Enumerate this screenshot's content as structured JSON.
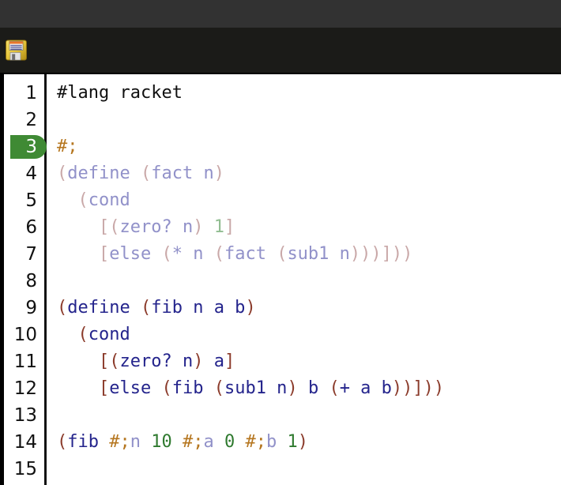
{
  "window": {
    "titlebar_color": "#323232",
    "toolbar_color": "#1b1b18"
  },
  "toolbar": {
    "save_icon_name": "floppy-disk-save-icon",
    "save_icon_label": "Save"
  },
  "editor": {
    "language": "racket",
    "current_line": 3,
    "background": "#ffffff",
    "gutter_separator_color": "#111111",
    "current_line_badge_color": "#3f8a34",
    "colors": {
      "paren": "#8b3b2b",
      "identifier": "#24248c",
      "number": "#2f7a2f",
      "hash_semi": "#b5761f",
      "paren_faded": "#c9a8a8",
      "identifier_faded": "#9191c9",
      "number_faded": "#91bd91",
      "plain": "#101010"
    },
    "line_numbers": [
      "1",
      "2",
      "3",
      "4",
      "5",
      "6",
      "7",
      "8",
      "9",
      "10",
      "11",
      "12",
      "13",
      "14",
      "15"
    ],
    "lines": [
      {
        "n": "1",
        "tokens": [
          {
            "t": "#lang racket",
            "c": "plain"
          }
        ]
      },
      {
        "n": "2",
        "tokens": []
      },
      {
        "n": "3",
        "tokens": [
          {
            "t": "#;",
            "c": "hash"
          }
        ]
      },
      {
        "n": "4",
        "tokens": [
          {
            "t": "(",
            "c": "paren-f"
          },
          {
            "t": "define ",
            "c": "ident-f"
          },
          {
            "t": "(",
            "c": "paren-f"
          },
          {
            "t": "fact n",
            "c": "ident-f"
          },
          {
            "t": ")",
            "c": "paren-f"
          }
        ]
      },
      {
        "n": "5",
        "tokens": [
          {
            "t": "  ",
            "c": "plain"
          },
          {
            "t": "(",
            "c": "paren-f"
          },
          {
            "t": "cond",
            "c": "ident-f"
          }
        ]
      },
      {
        "n": "6",
        "tokens": [
          {
            "t": "    ",
            "c": "plain"
          },
          {
            "t": "[(",
            "c": "paren-f"
          },
          {
            "t": "zero? n",
            "c": "ident-f"
          },
          {
            "t": ") ",
            "c": "paren-f"
          },
          {
            "t": "1",
            "c": "num-f"
          },
          {
            "t": "]",
            "c": "paren-f"
          }
        ]
      },
      {
        "n": "7",
        "tokens": [
          {
            "t": "    ",
            "c": "plain"
          },
          {
            "t": "[",
            "c": "paren-f"
          },
          {
            "t": "else ",
            "c": "ident-f"
          },
          {
            "t": "(",
            "c": "paren-f"
          },
          {
            "t": "* n ",
            "c": "ident-f"
          },
          {
            "t": "(",
            "c": "paren-f"
          },
          {
            "t": "fact ",
            "c": "ident-f"
          },
          {
            "t": "(",
            "c": "paren-f"
          },
          {
            "t": "sub1 n",
            "c": "ident-f"
          },
          {
            "t": ")))]))",
            "c": "paren-f"
          }
        ]
      },
      {
        "n": "8",
        "tokens": []
      },
      {
        "n": "9",
        "tokens": [
          {
            "t": "(",
            "c": "paren"
          },
          {
            "t": "define ",
            "c": "ident"
          },
          {
            "t": "(",
            "c": "paren"
          },
          {
            "t": "fib n a b",
            "c": "ident"
          },
          {
            "t": ")",
            "c": "paren"
          }
        ]
      },
      {
        "n": "10",
        "tokens": [
          {
            "t": "  ",
            "c": "plain"
          },
          {
            "t": "(",
            "c": "paren"
          },
          {
            "t": "cond",
            "c": "ident"
          }
        ]
      },
      {
        "n": "11",
        "tokens": [
          {
            "t": "    ",
            "c": "plain"
          },
          {
            "t": "[(",
            "c": "paren"
          },
          {
            "t": "zero? n",
            "c": "ident"
          },
          {
            "t": ") ",
            "c": "paren"
          },
          {
            "t": "a",
            "c": "ident"
          },
          {
            "t": "]",
            "c": "paren"
          }
        ]
      },
      {
        "n": "12",
        "tokens": [
          {
            "t": "    ",
            "c": "plain"
          },
          {
            "t": "[",
            "c": "paren"
          },
          {
            "t": "else ",
            "c": "ident"
          },
          {
            "t": "(",
            "c": "paren"
          },
          {
            "t": "fib ",
            "c": "ident"
          },
          {
            "t": "(",
            "c": "paren"
          },
          {
            "t": "sub1 n",
            "c": "ident"
          },
          {
            "t": ") ",
            "c": "paren"
          },
          {
            "t": "b ",
            "c": "ident"
          },
          {
            "t": "(",
            "c": "paren"
          },
          {
            "t": "+ a b",
            "c": "ident"
          },
          {
            "t": "))]))",
            "c": "paren"
          }
        ]
      },
      {
        "n": "13",
        "tokens": []
      },
      {
        "n": "14",
        "tokens": [
          {
            "t": "(",
            "c": "paren"
          },
          {
            "t": "fib ",
            "c": "ident"
          },
          {
            "t": "#;",
            "c": "hash"
          },
          {
            "t": "n",
            "c": "ident-f"
          },
          {
            "t": " ",
            "c": "plain"
          },
          {
            "t": "10",
            "c": "num"
          },
          {
            "t": " ",
            "c": "plain"
          },
          {
            "t": "#;",
            "c": "hash"
          },
          {
            "t": "a",
            "c": "ident-f"
          },
          {
            "t": " ",
            "c": "plain"
          },
          {
            "t": "0",
            "c": "num"
          },
          {
            "t": " ",
            "c": "plain"
          },
          {
            "t": "#;",
            "c": "hash"
          },
          {
            "t": "b",
            "c": "ident-f"
          },
          {
            "t": " ",
            "c": "plain"
          },
          {
            "t": "1",
            "c": "num"
          },
          {
            "t": ")",
            "c": "paren"
          }
        ]
      },
      {
        "n": "15",
        "tokens": []
      }
    ],
    "source_text": "#lang racket\n\n#;\n(define (fact n)\n  (cond\n    [(zero? n) 1]\n    [else (* n (fact (sub1 n)))]))\n\n(define (fib n a b)\n  (cond\n    [(zero? n) a]\n    [else (fib (sub1 n) b (+ a b))]))\n\n(fib #;n 10 #;a 0 #;b 1)\n"
  }
}
